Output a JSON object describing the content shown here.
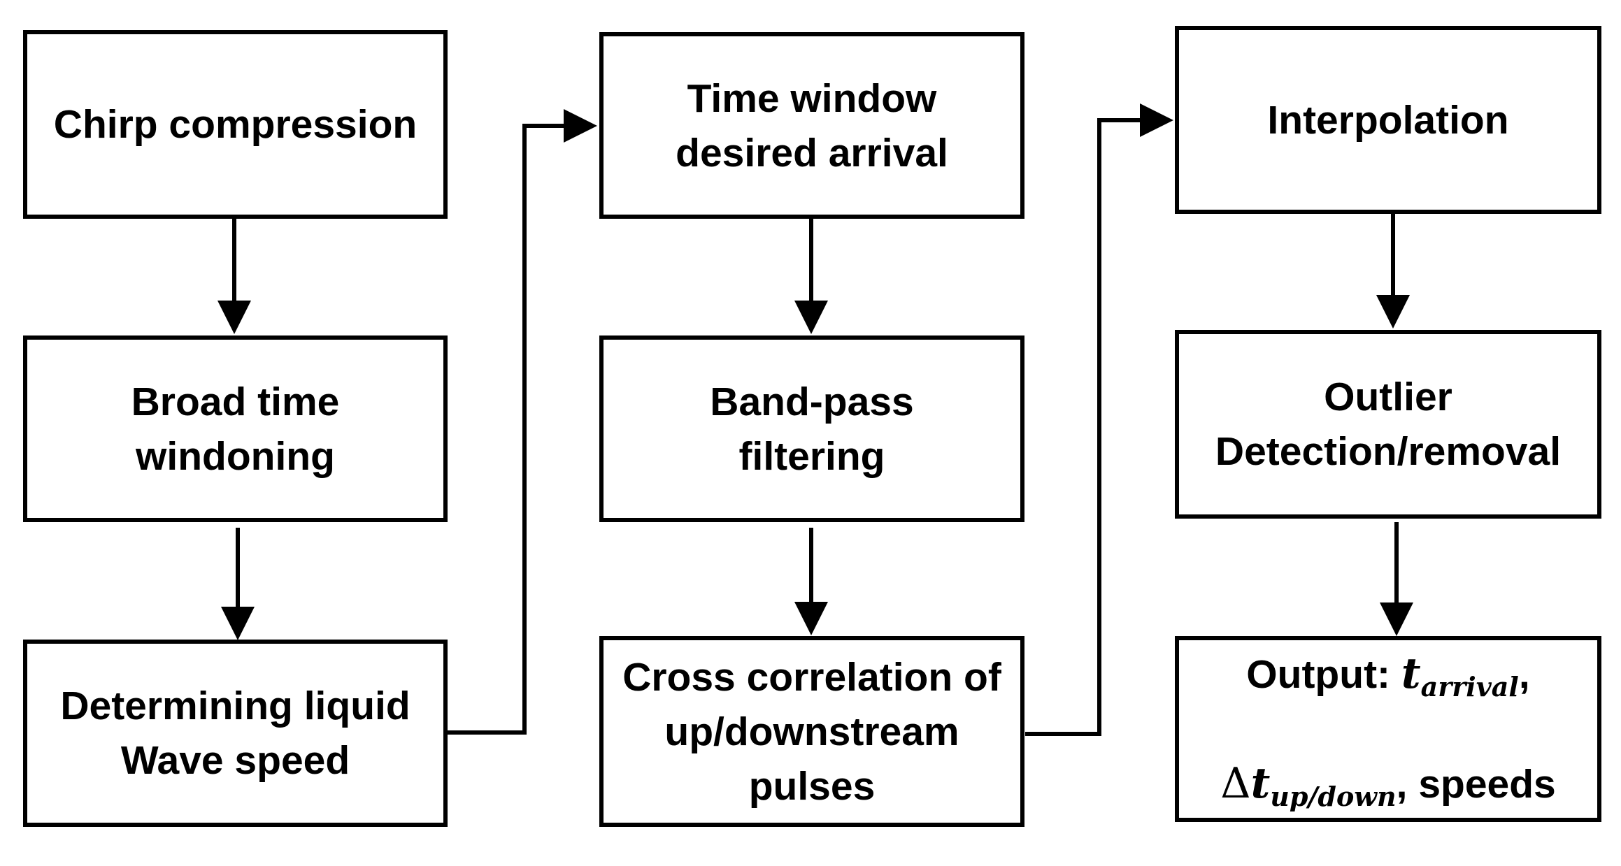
{
  "boxes": {
    "chirp_compression": "Chirp compression",
    "broad_time_windowing": "Broad time\nwindoning",
    "determining_wave_speed": "Determining liquid\nWave speed",
    "time_window_arrival": "Time window\ndesired arrival",
    "band_pass_filtering": "Band-pass\nfiltering",
    "cross_correlation": "Cross correlation of\nup/downstream\npulses",
    "interpolation": "Interpolation",
    "outlier_detection": "Outlier\nDetection/removal",
    "output": {
      "prefix": "Output: ",
      "t_symbol": "t",
      "t_subscript": "arrival",
      "comma1": ",",
      "delta_symbol": "Δ",
      "t2_symbol": "t",
      "t2_subscript": "up/down",
      "suffix": ", speeds"
    }
  },
  "colors": {
    "stroke": "#000000",
    "background": "#ffffff"
  }
}
